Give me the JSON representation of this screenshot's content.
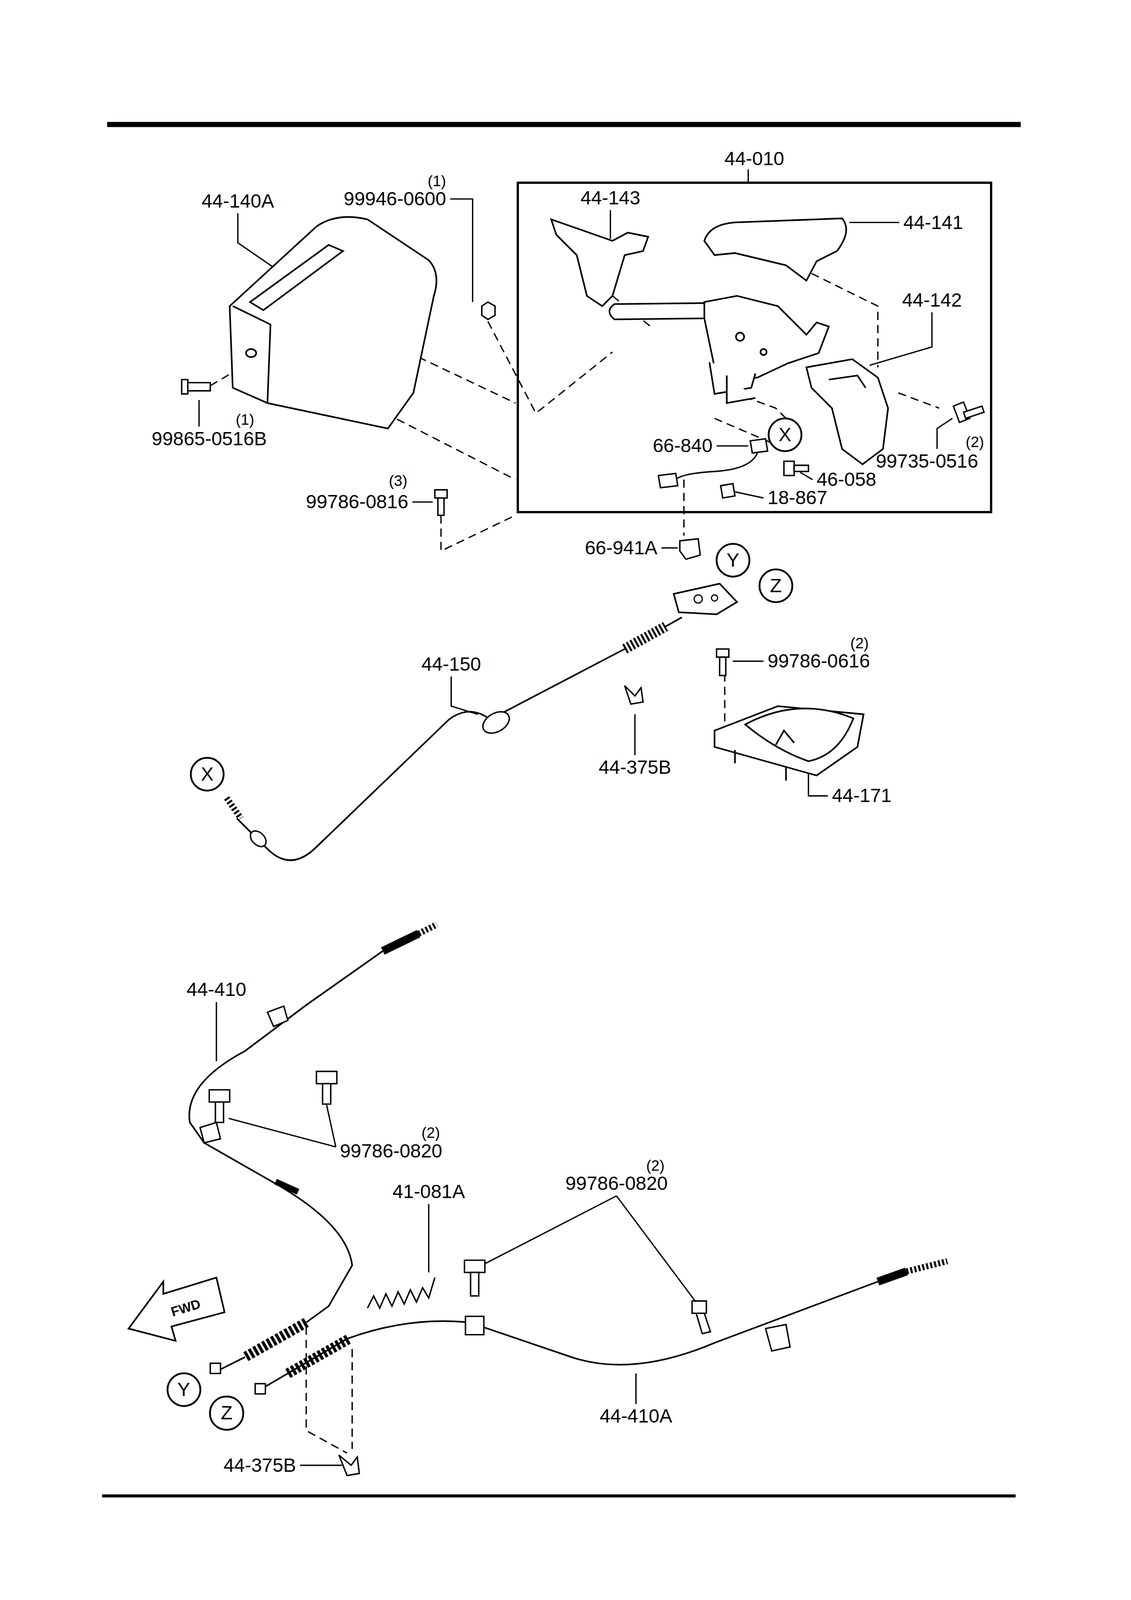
{
  "diagram": {
    "nodes": [
      {
        "text": [
          "44-010"
        ]
      },
      {
        "text": [
          "X"
        ],
        "in": 0
      },
      {
        "text": [
          "Y"
        ]
      },
      {
        "text": [
          "Z"
        ]
      },
      {
        "text": [
          "X"
        ]
      },
      {
        "text": [
          "Y"
        ]
      },
      {
        "text": [
          "Z"
        ]
      }
    ],
    "labels": [
      "44-140A",
      "(1)",
      "99946-0600",
      "44-143",
      "44-141",
      "44-142",
      "(1)",
      "99865-0516B",
      "66-840",
      "(2)",
      "99735-0516",
      "46-058",
      "(3)",
      "99786-0816",
      "18-867",
      "66-941A",
      "44-150",
      "(2)",
      "99786-0616",
      "44-375B",
      "44-171",
      "44-410",
      "(2)",
      "99786-0820",
      "41-081A",
      "(2)",
      "99786-0820",
      "FWD",
      "44-410A",
      "44-375B"
    ]
  }
}
